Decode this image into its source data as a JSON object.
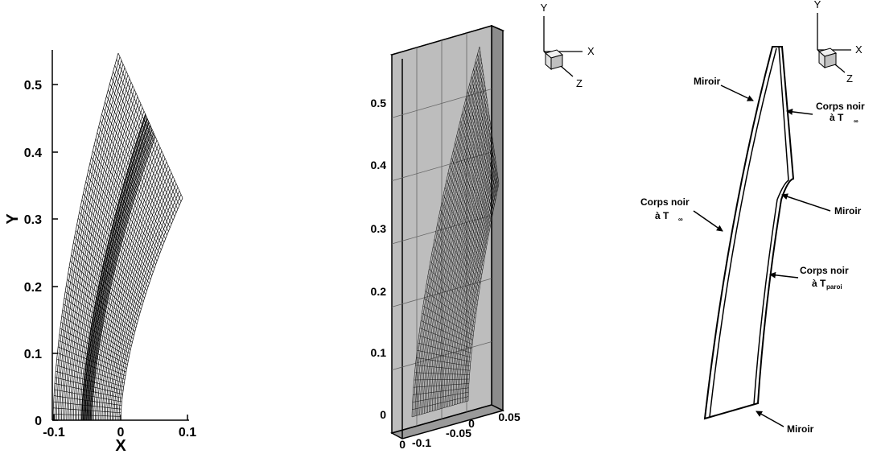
{
  "panel_left": {
    "x_axis": {
      "label": "X",
      "ticks": [
        "-0.1",
        "0",
        "0.1"
      ]
    },
    "y_axis": {
      "label": "Y",
      "ticks": [
        "0",
        "0.1",
        "0.2",
        "0.3",
        "0.4",
        "0.5"
      ]
    }
  },
  "panel_middle": {
    "y_ticks": [
      "0",
      "0.1",
      "0.2",
      "0.3",
      "0.4",
      "0.5"
    ],
    "x_ticks": [
      "-0.1",
      "-0.05",
      "0",
      "0.05"
    ],
    "z_tick": "0",
    "orientation": {
      "y": "Y",
      "x": "X",
      "z": "Z"
    }
  },
  "panel_right": {
    "orientation": {
      "y": "Y",
      "x": "X",
      "z": "Z"
    },
    "annotations": {
      "miroir_top": "Miroir",
      "corps_noir_top_line1": "Corps noir",
      "corps_noir_top_line2": "à T",
      "corps_noir_top_sub": "∞",
      "corps_noir_left_line1": "Corps noir",
      "corps_noir_left_line2": "à T",
      "corps_noir_left_sub": "∞",
      "miroir_mid": "Miroir",
      "corps_noir_right_line1": "Corps noir",
      "corps_noir_right_line2": "à T",
      "corps_noir_right_sub": "paroi",
      "miroir_bottom": "Miroir"
    }
  }
}
